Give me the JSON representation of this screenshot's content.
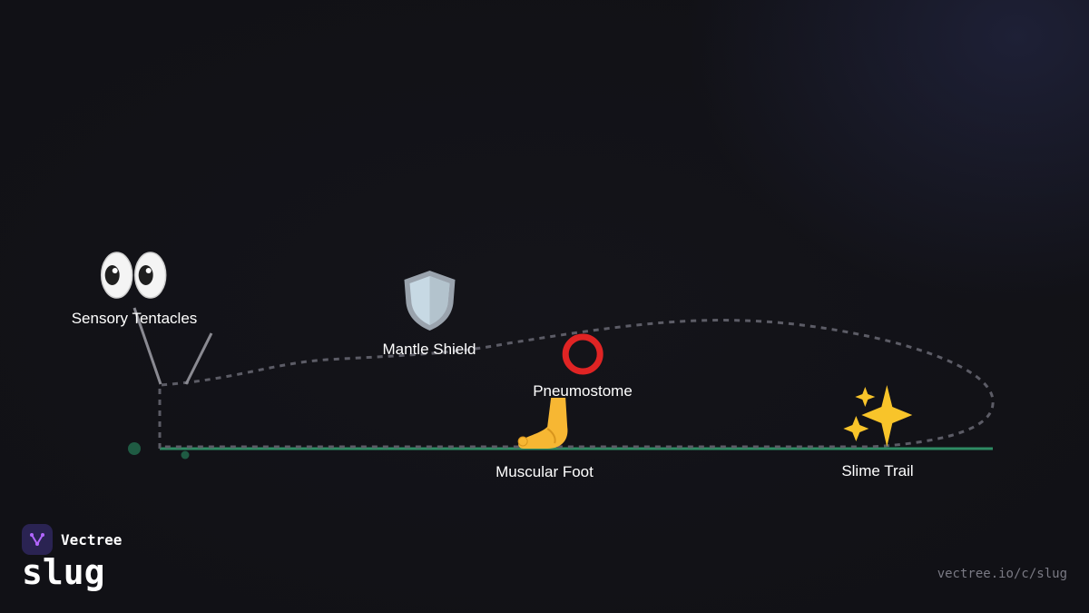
{
  "brand": {
    "name": "Vectree",
    "topic": "slug",
    "url": "vectree.io/c/slug"
  },
  "colors": {
    "outline": "#5c5c66",
    "ground": "#2e8b63",
    "antenna": "#8a8a92",
    "logo": "#2a2352",
    "logo_mark": "#b266ff"
  },
  "parts": [
    {
      "id": "tentacles",
      "label": "Sensory Tentacles",
      "icon": "eyes-icon"
    },
    {
      "id": "mantle",
      "label": "Mantle Shield",
      "icon": "shield-icon"
    },
    {
      "id": "pneumostome",
      "label": "Pneumostome",
      "icon": "ring-icon"
    },
    {
      "id": "foot",
      "label": "Muscular Foot",
      "icon": "foot-icon"
    },
    {
      "id": "trail",
      "label": "Slime Trail",
      "icon": "sparkles-icon"
    }
  ]
}
